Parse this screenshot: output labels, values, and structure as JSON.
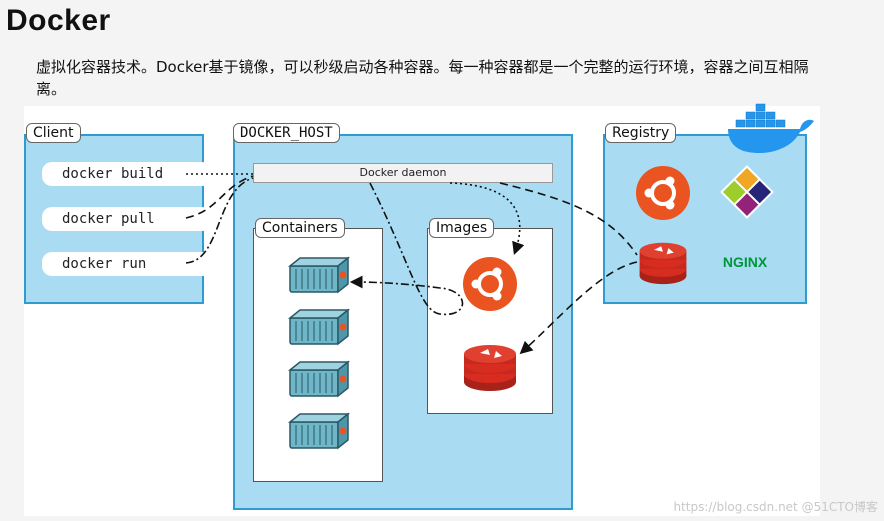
{
  "header": {
    "title": "Docker",
    "intro": "虚拟化容器技术。Docker基于镜像，可以秒级启动各种容器。每一种容器都是一个完整的运行环境，容器之间互相隔离。"
  },
  "diagram": {
    "client": {
      "label": "Client",
      "commands": [
        "docker build",
        "docker pull",
        "docker run"
      ]
    },
    "host": {
      "label": "DOCKER_HOST",
      "daemon": "Docker daemon",
      "containers_label": "Containers",
      "images_label": "Images"
    },
    "registry": {
      "label": "Registry",
      "nginx_text": "NGINX"
    }
  },
  "watermark": "https://blog.csdn.net @51CTO博客",
  "colors": {
    "panel_fill": "#a9dcf2",
    "panel_border": "#2f9bd0",
    "ubuntu": "#e95420",
    "redis": "#d82c20",
    "nginx": "#009639",
    "docker_blue": "#2496ed"
  },
  "icons": [
    "docker-whale-icon",
    "ubuntu-icon",
    "centos-icon",
    "redis-icon",
    "nginx-icon",
    "container-icon"
  ]
}
